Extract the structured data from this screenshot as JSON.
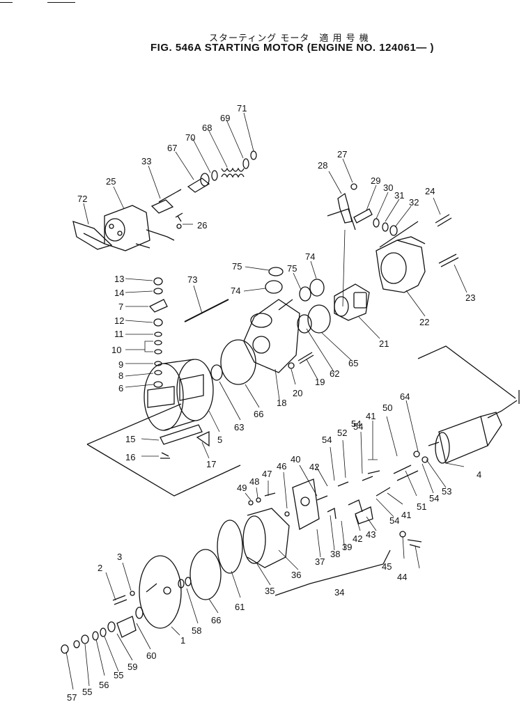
{
  "title": {
    "ja": "スターティング モータ　適 用 号 機",
    "en": "FIG. 546A   STARTING MOTOR (ENGINE NO. 124061— )"
  },
  "callouts": [
    "1",
    "2",
    "3",
    "4",
    "5",
    "6",
    "7",
    "8",
    "9",
    "10",
    "11",
    "12",
    "13",
    "14",
    "15",
    "16",
    "17",
    "18",
    "19",
    "20",
    "21",
    "22",
    "23",
    "24",
    "25",
    "26",
    "27",
    "28",
    "29",
    "30",
    "31",
    "32",
    "33",
    "34",
    "35",
    "36",
    "37",
    "38",
    "39",
    "40",
    "41",
    "41",
    "42",
    "42",
    "43",
    "44",
    "45",
    "46",
    "47",
    "48",
    "49",
    "50",
    "51",
    "52",
    "53",
    "54",
    "54",
    "54",
    "54",
    "54",
    "55",
    "55",
    "56",
    "57",
    "58",
    "59",
    "60",
    "61",
    "62",
    "63",
    "64",
    "65",
    "66",
    "66",
    "67",
    "68",
    "69",
    "70",
    "71",
    "72",
    "73",
    "74",
    "74",
    "75",
    "75"
  ]
}
